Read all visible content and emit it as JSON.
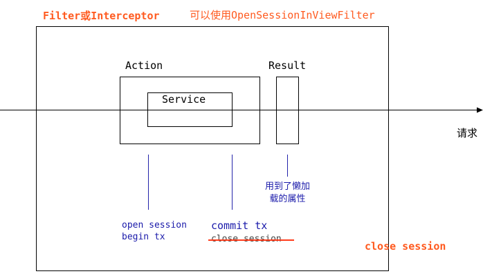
{
  "header": {
    "filter_label": "Filter或Interceptor",
    "filter_note": "可以使用OpenSessionInViewFilter"
  },
  "diagram": {
    "action_label": "Action",
    "result_label": "Result",
    "service_label": "Service",
    "request_label": "请求",
    "lazy_load_note": [
      "用到了懒加",
      "载的属性"
    ],
    "action_start_note": [
      "open session",
      "begin tx"
    ],
    "commit_label": "commit tx",
    "struck_close_label": "close session",
    "final_close_label": "close session"
  },
  "colors": {
    "highlight": "#ff5a1f",
    "note_blue": "#1a1aaa",
    "line": "#000000"
  }
}
